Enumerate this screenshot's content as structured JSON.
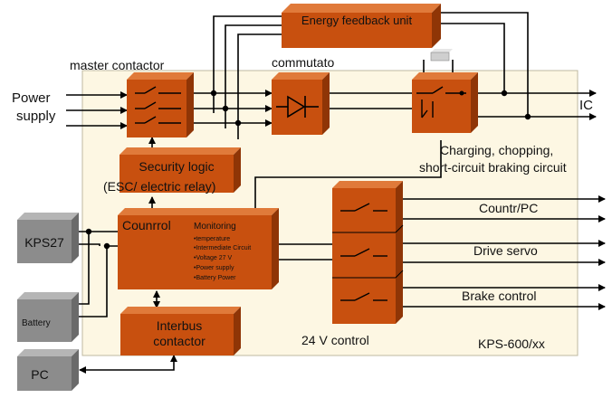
{
  "labels": {
    "power_supply_line1": "Power",
    "power_supply_line2": "supply",
    "master_contactor": "master contactor",
    "commutator": "commutato",
    "ic": "IC",
    "charging_line1": "Charging, chopping,",
    "charging_line2": "short-circuit braking circuit",
    "kps_600": "KPS-600/xx",
    "control_24v": "24 V control",
    "countr_pc": "Countr/PC",
    "drive_servo": "Drive servo",
    "brake_control": "Brake control"
  },
  "boxes": {
    "energy_feedback": "Energy feedback unit",
    "security_line1": "Security logic",
    "security_line2": "(ESC/ electric relay)",
    "control_title": "Counrrol",
    "monitoring_title": "Monitoring",
    "monitoring_items": [
      "•temperature",
      "•Intermediate Circuit",
      "•Voltage 27 V",
      "•Power supply",
      "•Battery Power"
    ],
    "interbus_line1": "Interbus",
    "interbus_line2": "contactor",
    "kps27": "KPS27",
    "battery": "Battery",
    "pc": "PC"
  },
  "colors": {
    "box_front": "#c8500f",
    "box_top": "#e07a3a",
    "box_side": "#8f3506",
    "panel_bg": "#fdf7e3",
    "gray_front": "#8c8c8c",
    "gray_top": "#b5b5b5",
    "gray_side": "#6a6a6a"
  }
}
